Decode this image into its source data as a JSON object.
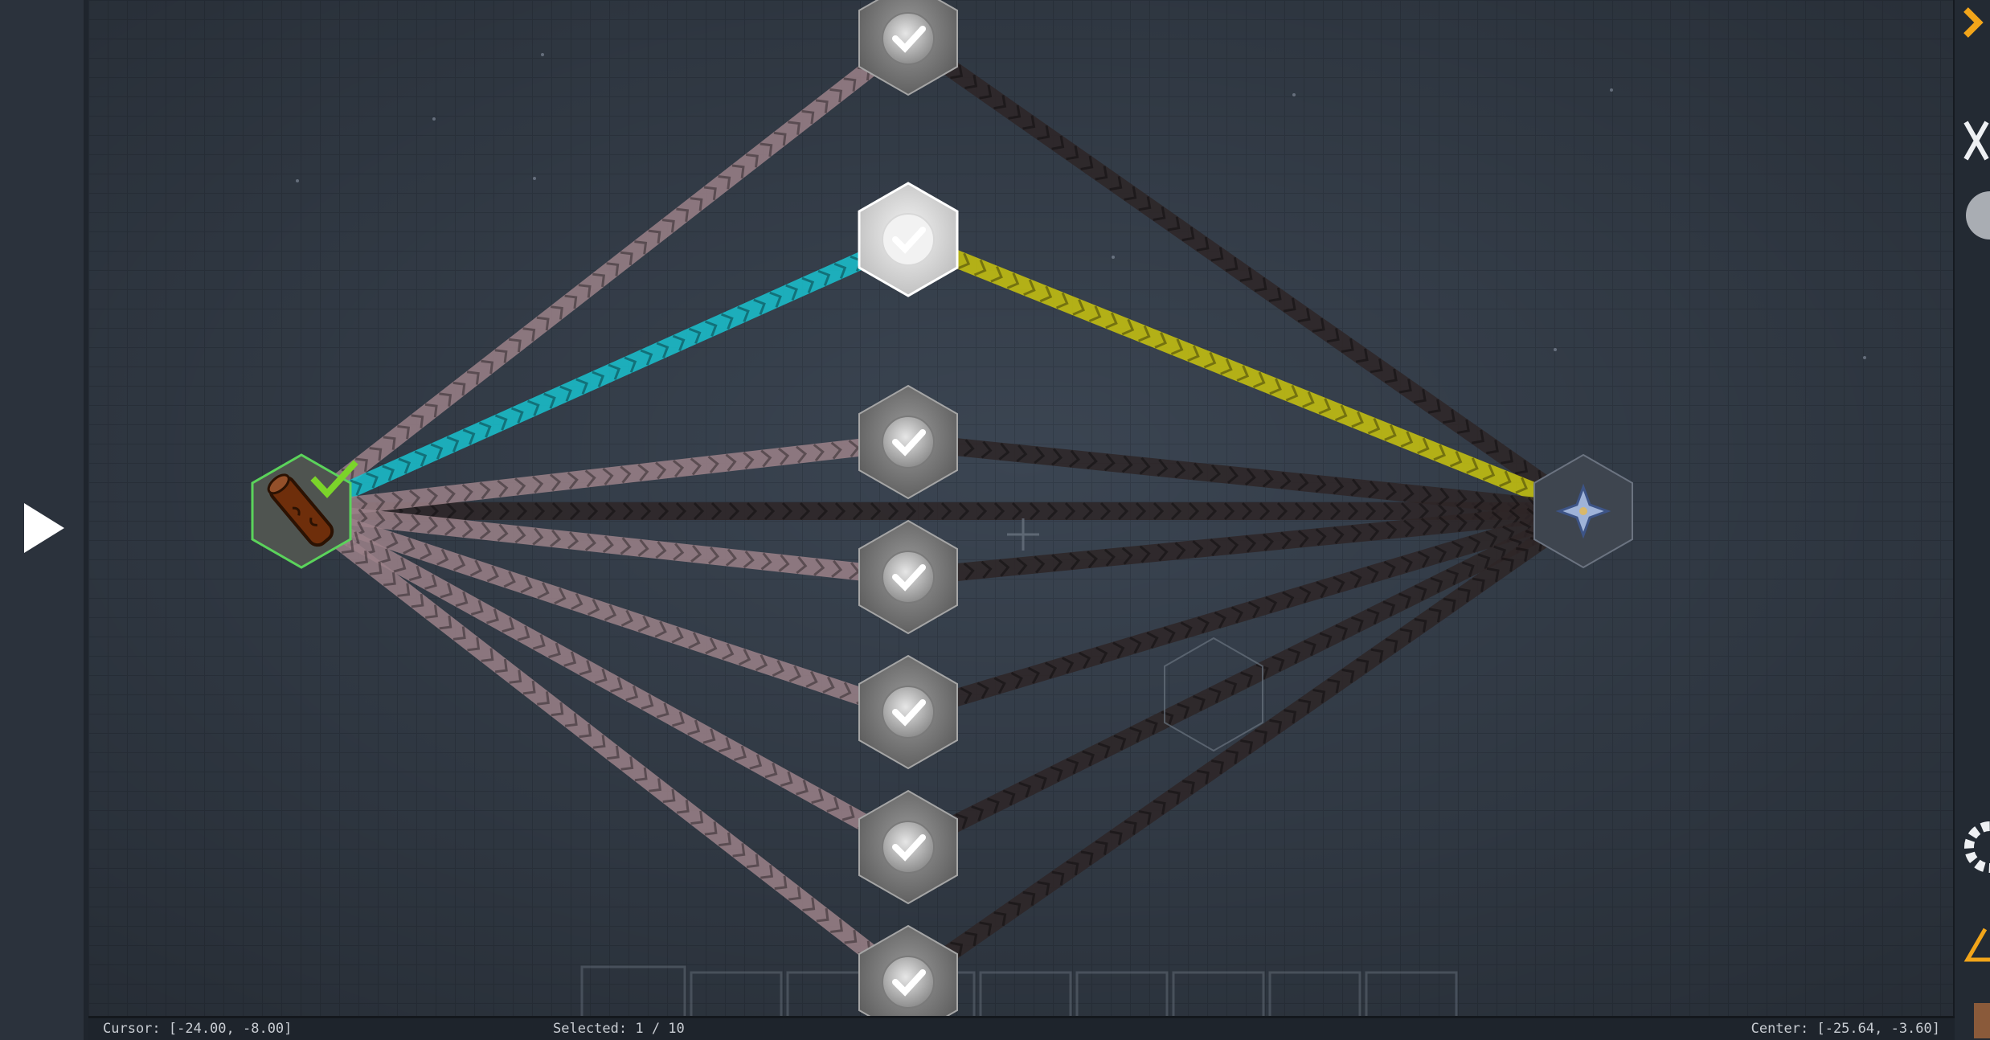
{
  "play": {
    "icon": "play-icon"
  },
  "tree": {
    "root_item": {
      "icon": "log-item-icon",
      "completed_icon": "checkmark-icon"
    },
    "target": {
      "icon": "four-point-star-icon"
    },
    "nodes": [
      {
        "icon": "checkmark-icon",
        "highlighted": false
      },
      {
        "icon": "checkmark-icon",
        "highlighted": true
      },
      {
        "icon": "checkmark-icon",
        "highlighted": false
      },
      {
        "icon": "checkmark-icon",
        "highlighted": false
      },
      {
        "icon": "checkmark-icon",
        "highlighted": false
      },
      {
        "icon": "checkmark-icon",
        "highlighted": false
      },
      {
        "icon": "checkmark-icon",
        "highlighted": false
      }
    ],
    "empty_slot": {
      "icon": "empty-hex-slot"
    },
    "cursor": {
      "icon": "crosshair-icon"
    }
  },
  "colors": {
    "left_link": "#9b8188",
    "right_link": "#2e2627",
    "highlight_in": "#19c2cf",
    "highlight_out": "#c9c40e",
    "root_border": "#5bd35b",
    "check": "#7bd42a"
  },
  "status_bar": {
    "left": "Cursor: [-24.00, -8.00]",
    "center": "Selected: 1 / 10",
    "right": "Center: [-25.64, -3.60]"
  },
  "right_rail": {
    "icons": [
      "orange-arrow-icon",
      "close-icon",
      "moon-icon",
      "gear-icon",
      "warning-icon",
      "character-icon"
    ]
  }
}
